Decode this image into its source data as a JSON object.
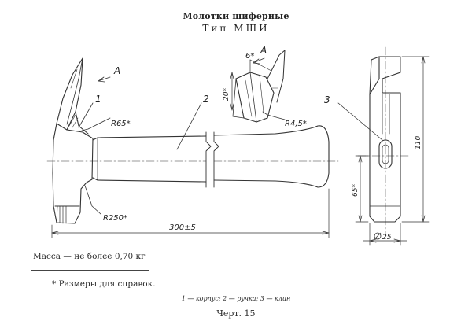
{
  "title": "Молотки шиферные",
  "subtitle": "Тип  МШИ",
  "mass_text": "Масса — не более 0,70 кг",
  "footnote": "* Размеры для справок.",
  "parts_legend": "1 — корпус;  2 — ручка;  3 — клин",
  "figure_label": "Черт. 15",
  "labels": {
    "callout_1": "1",
    "callout_2": "2",
    "callout_3": "3",
    "view_a": "А",
    "view_a_detail": "А",
    "r65": "R65*",
    "r250": "R250*",
    "r45": "R4,5*",
    "dim_length": "300±5",
    "dim_6": "6*",
    "dim_20": "20*",
    "dim_110": "110",
    "dim_65": "65*",
    "dim_25": "25"
  }
}
